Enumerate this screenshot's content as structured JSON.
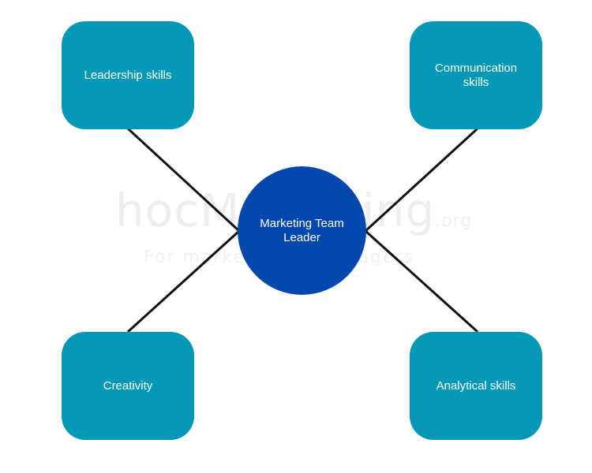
{
  "diagram": {
    "center": {
      "label": "Marketing Team Leader"
    },
    "nodes": [
      {
        "label": "Leadership skills"
      },
      {
        "label": "Communication skills"
      },
      {
        "label": "Creativity"
      },
      {
        "label": "Analytical skills"
      }
    ]
  },
  "watermark": {
    "main": "hocMarketing",
    "tld": ".org",
    "sub": "For marketing & managers"
  },
  "colors": {
    "node_fill": "#0399b6",
    "center_fill": "#0447ad",
    "connector": "#111111",
    "text": "#ffffff",
    "watermark": "#eeeeee"
  }
}
